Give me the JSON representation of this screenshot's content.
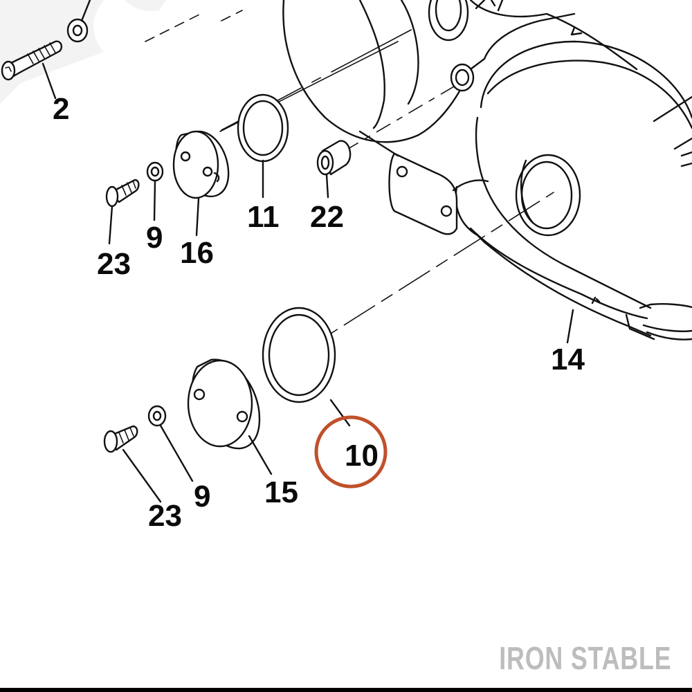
{
  "diagram": {
    "labels": {
      "p2": "2",
      "p9a": "9",
      "p9b": "9",
      "p10": "10",
      "p11": "11",
      "p14": "14",
      "p15": "15",
      "p16": "16",
      "p22": "22",
      "p23a": "23",
      "p23b": "23"
    },
    "highlighted_part": "10",
    "highlight_color": "#c0502a"
  },
  "watermark": {
    "text": "IRON STABLE",
    "color": "#bdbdbd"
  }
}
